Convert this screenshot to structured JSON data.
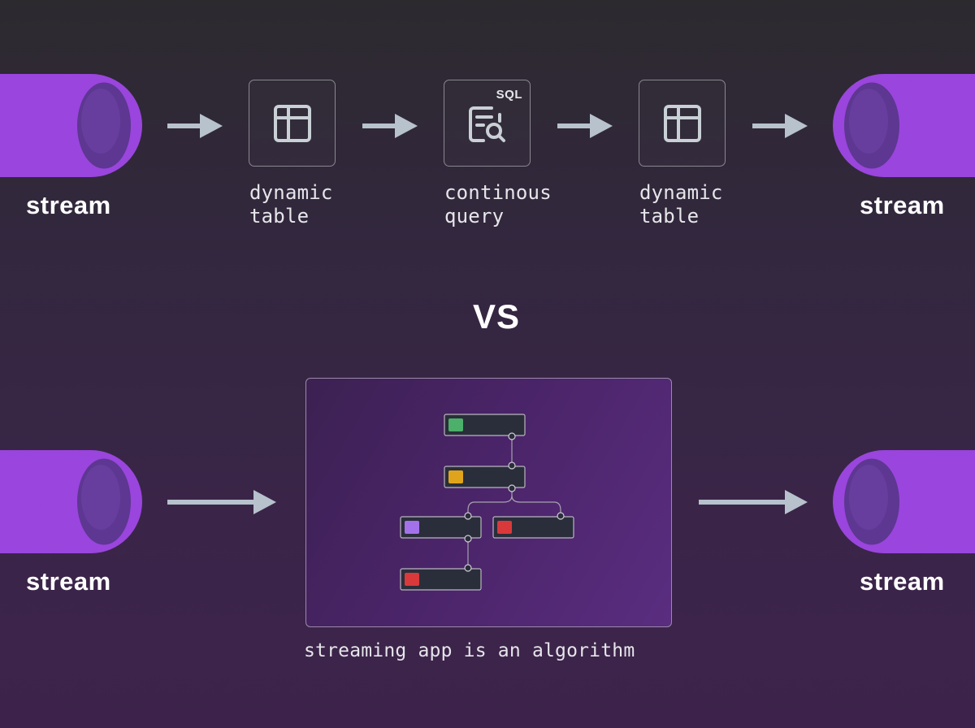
{
  "colors": {
    "cylinder": "#9a45dd",
    "cylinder_inner": "#6a3aa0",
    "arrow": "#b7c2cc",
    "node_green": "#4caf6a",
    "node_yellow": "#e0a41c",
    "node_purple": "#a372ea",
    "node_red": "#d9393b"
  },
  "top_row": {
    "source_label": "stream",
    "sink_label": "stream",
    "nodes": [
      {
        "icon": "table-icon",
        "caption_line1": "dynamic",
        "caption_line2": "table"
      },
      {
        "icon": "sql-query-icon",
        "tag": "SQL",
        "caption_line1": "continous",
        "caption_line2": "query"
      },
      {
        "icon": "table-icon",
        "caption_line1": "dynamic",
        "caption_line2": "table"
      }
    ]
  },
  "divider": {
    "label": "VS"
  },
  "bottom_row": {
    "source_label": "stream",
    "sink_label": "stream",
    "panel_caption": "streaming app is an algorithm",
    "graph_nodes": [
      {
        "id": "n1",
        "color": "green"
      },
      {
        "id": "n2",
        "color": "yellow"
      },
      {
        "id": "n3",
        "color": "purple"
      },
      {
        "id": "n4",
        "color": "red"
      },
      {
        "id": "n5",
        "color": "red"
      }
    ]
  }
}
